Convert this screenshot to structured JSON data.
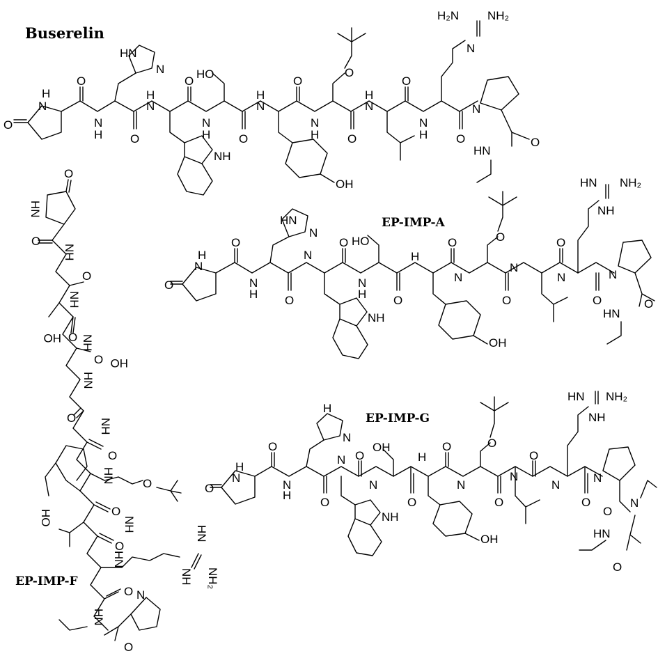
{
  "figure": {
    "titles": {
      "buserelin": "Buserelin",
      "ep_imp_a": "EP-IMP-A",
      "ep_imp_g": "EP-IMP-G",
      "ep_imp_f": "EP-IMP-F"
    },
    "atoms": {
      "nh": "NH",
      "hn": "HN",
      "n": "N",
      "h": "H",
      "o": "O",
      "ho": "HO",
      "oh": "OH",
      "h2n": "H₂N",
      "nh2": "NH₂"
    }
  },
  "colors": {
    "ink": "#000000",
    "background": "#ffffff"
  }
}
